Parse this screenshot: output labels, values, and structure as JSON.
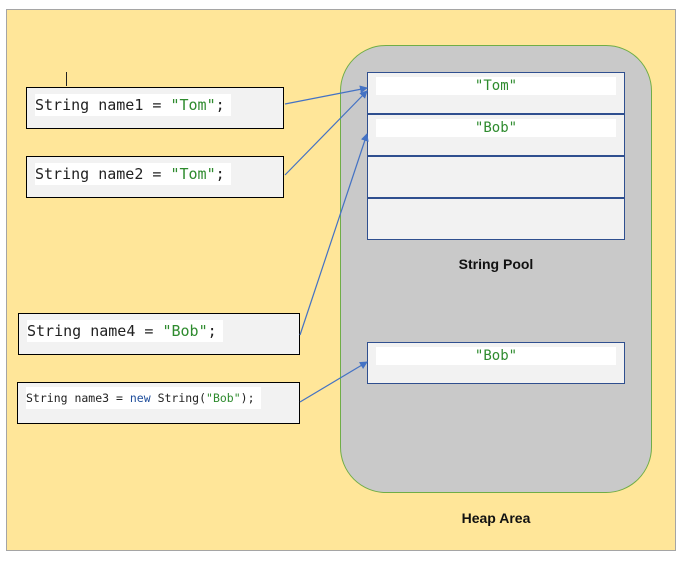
{
  "labels": {
    "string_pool": "String Pool",
    "heap_area": "Heap Area"
  },
  "pool": {
    "cells": [
      "\"Tom\"",
      "\"Bob\"",
      "",
      ""
    ]
  },
  "heap_object": "\"Bob\"",
  "code": {
    "name1": {
      "prefix": "String name1 = ",
      "literal": "\"Tom\"",
      "suffix": ";"
    },
    "name2": {
      "prefix": "String name2 = ",
      "literal": "\"Tom\"",
      "suffix": ";"
    },
    "name4": {
      "prefix": "String name4 = ",
      "literal": "\"Bob\"",
      "suffix": ";"
    },
    "name3": {
      "prefix": "String name3 = ",
      "keyword": "new",
      "middle": " String(",
      "literal": "\"Bob\"",
      "suffix": ");"
    }
  },
  "colors": {
    "background": "#ffe699",
    "heap": "#c9c9c9",
    "heap_border": "#70ad47",
    "string_literal": "#2e8b2e",
    "keyword": "#1f4e9c",
    "arrow": "#4472c4"
  }
}
